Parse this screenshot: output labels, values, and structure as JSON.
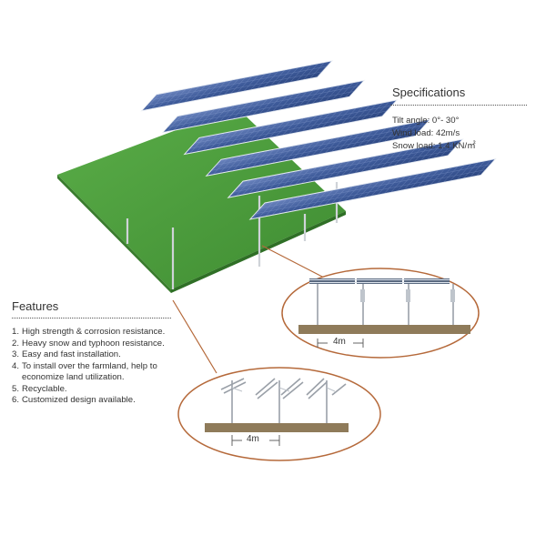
{
  "specifications": {
    "title": "Specifications",
    "lines": [
      "Tilt angle: 0°-  30°",
      "Wind load: 42m/s",
      "Snow load: 1.4 KN/㎡"
    ]
  },
  "features": {
    "title": "Features",
    "items": [
      {
        "num": "1.",
        "text": "High strength & corrosion resistance."
      },
      {
        "num": "2.",
        "text": "Heavy snow and typhoon resistance."
      },
      {
        "num": "3.",
        "text": "Easy and fast installation."
      },
      {
        "num": "4.",
        "text": "To install over the farmland, help to economize land utilization."
      },
      {
        "num": "5.",
        "text": "Recyclable."
      },
      {
        "num": "6.",
        "text": "Customized design available."
      }
    ]
  },
  "detail_views": {
    "top_view_label": "4m",
    "bottom_view_label": "4m"
  },
  "colors": {
    "ground": "#4a9a3a",
    "panel": "#3f5f9e",
    "frame": "#d9dde3",
    "soil": "#8f7b5a",
    "callout": "#b5693a"
  }
}
